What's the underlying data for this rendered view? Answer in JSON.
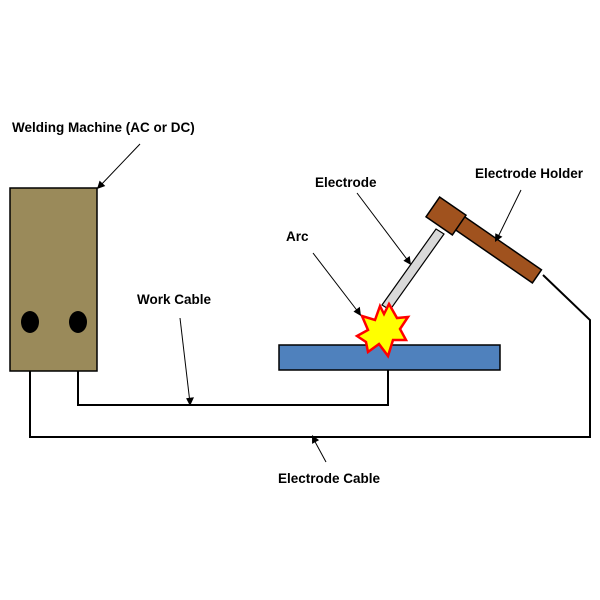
{
  "labels": {
    "welding_machine": "Welding Machine (AC or DC)",
    "electrode": "Electrode",
    "electrode_holder": "Electrode Holder",
    "arc": "Arc",
    "work_cable": "Work Cable",
    "electrode_cable": "Electrode Cable"
  },
  "colors": {
    "machine_fill": "#9a8a5a",
    "workpiece_fill": "#4f81bd",
    "holder_fill": "#a0521e",
    "arc_fill": "#ffff00",
    "arc_outline": "#ff0000",
    "electrode_fill": "#d9d9d9"
  }
}
